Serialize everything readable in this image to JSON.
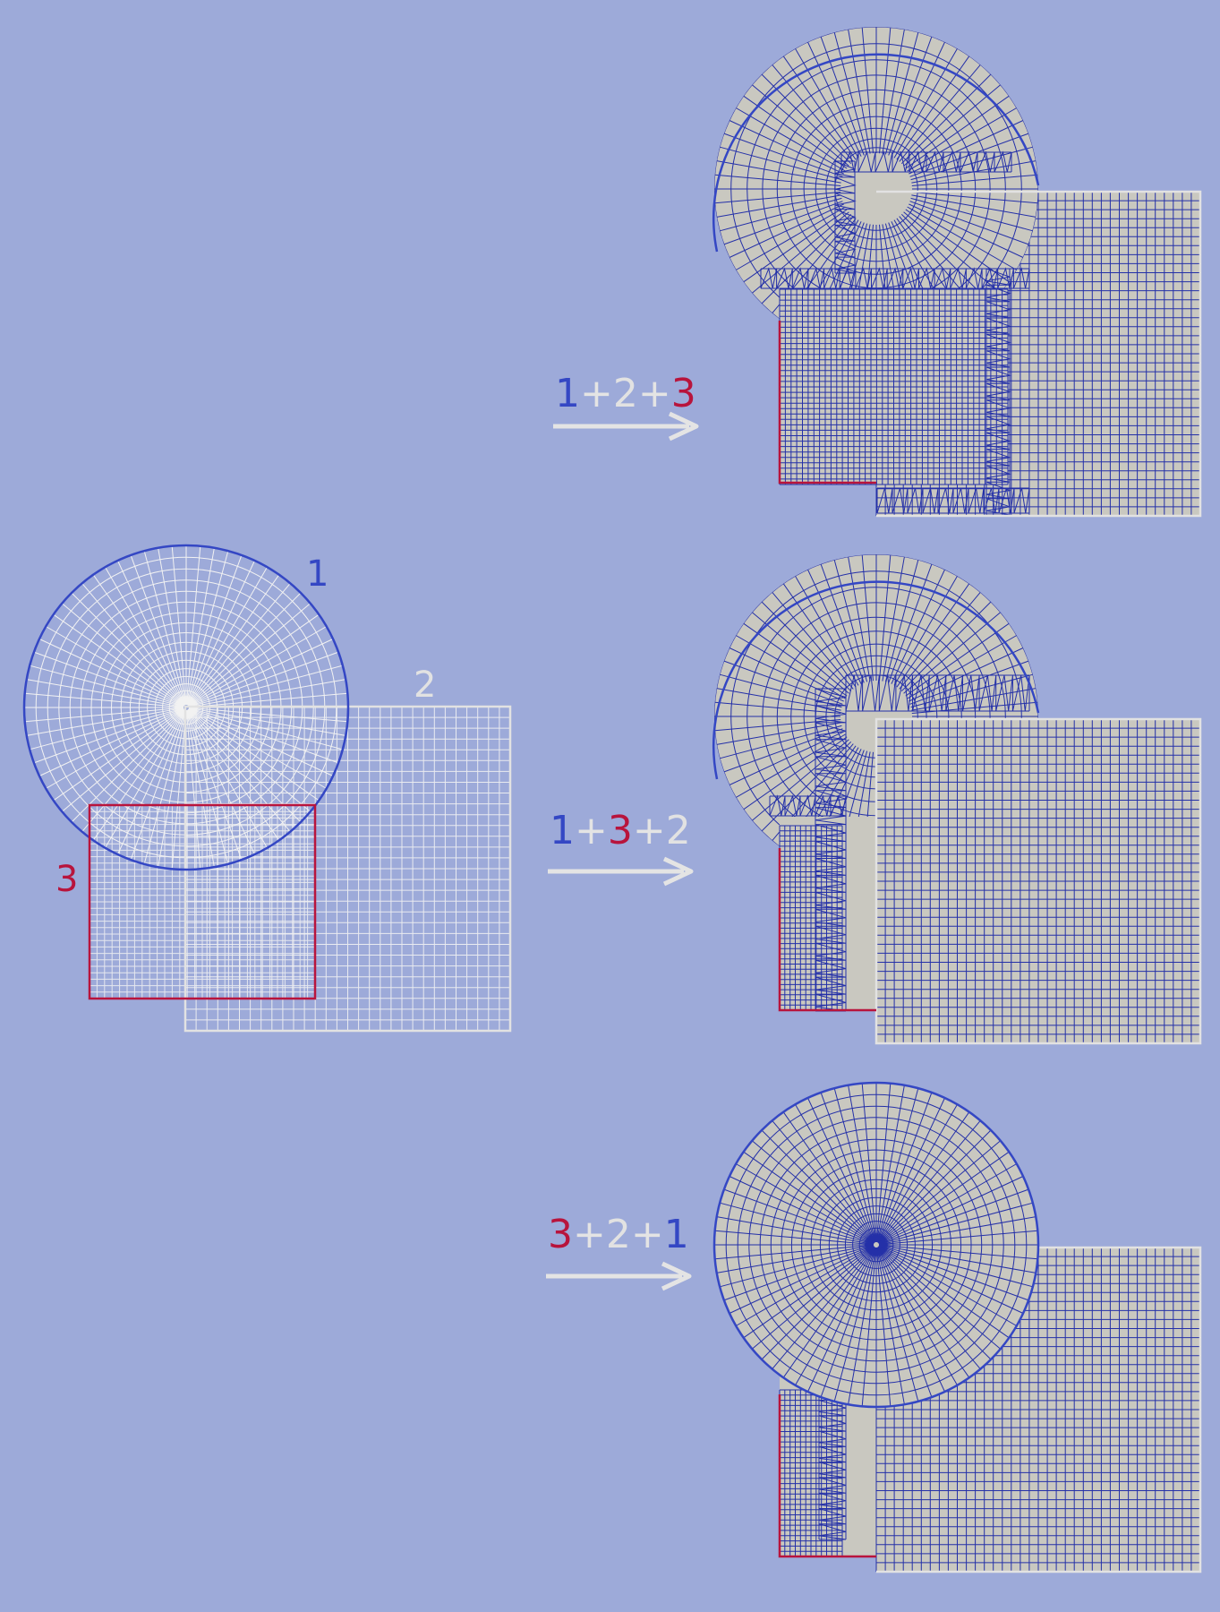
{
  "colors": {
    "background": "#9daad9",
    "mesh_white": "#f2f2f2",
    "mesh_blue": "#2430a8",
    "mesh_fill": "#c9c8c0",
    "circle_edge": "#3447c4",
    "square_edge": "#e2e2e2",
    "red_edge": "#b8143c",
    "arrow": "#e4e4e4"
  },
  "inputs": {
    "circle_label": "1",
    "square_label": "2",
    "rect_label": "3"
  },
  "rows": [
    {
      "order": [
        "1",
        "2",
        "3"
      ],
      "plus": "+"
    },
    {
      "order": [
        "1",
        "3",
        "2"
      ],
      "plus": "+"
    },
    {
      "order": [
        "3",
        "2",
        "1"
      ],
      "plus": "+"
    }
  ]
}
